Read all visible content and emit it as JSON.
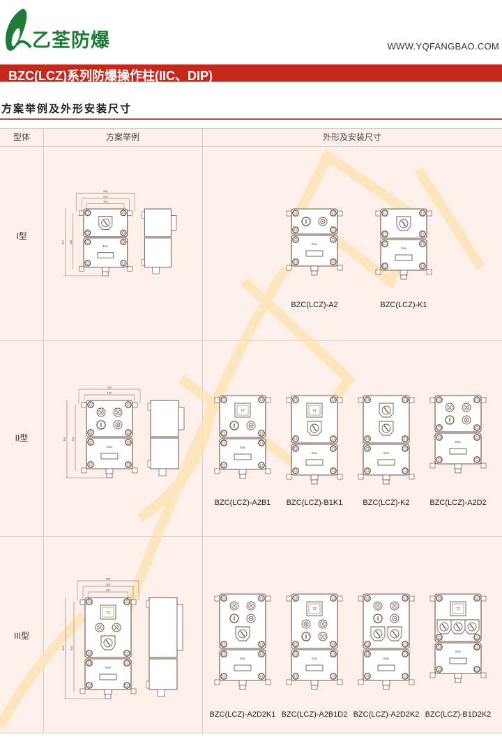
{
  "header": {
    "brand_name": "乙荃防爆",
    "website": "WWW.YQFANGBAO.COM",
    "banner_title": "BZC(LCZ)系列防爆操作柱(IIC、DIP)",
    "section_title": "方案举例及外形安装尺寸"
  },
  "colors": {
    "brand_green": "#1e7a35",
    "banner_red": "#c5281d",
    "table_bg": "#fdf0ea",
    "line": "#6e5448"
  },
  "table": {
    "headers": [
      "型体",
      "方案举例",
      "外形及安装尺寸"
    ],
    "common": {
      "module_label": "Exe",
      "ammeter_label": "72"
    },
    "rows": [
      {
        "type": "I型",
        "dimensions": {
          "w1": "256",
          "w2": "226",
          "w3": "190",
          "h_mount": "228",
          "h_total": "327"
        },
        "models": [
          {
            "name": "BZC(LCZ)-A2",
            "layout": [
              [
                "button_i",
                "button_o"
              ]
            ]
          },
          {
            "name": "BZC(LCZ)-K1",
            "layout": [
              [
                "switch"
              ]
            ]
          }
        ]
      },
      {
        "type": "II型",
        "dimensions": {
          "w1": "226",
          "w2": "190",
          "h_mount": "252",
          "h_total": "361"
        },
        "models": [
          {
            "name": "BZC(LCZ)-A2B1",
            "layout": [
              [
                "ammeter"
              ],
              [
                "button_i",
                "button_o"
              ]
            ]
          },
          {
            "name": "BZC(LCZ)-B1K1",
            "layout": [
              [
                "ammeter"
              ],
              [
                "switch"
              ]
            ]
          },
          {
            "name": "BZC(LCZ)-K2",
            "layout": [
              [
                "switch"
              ],
              [
                "switch"
              ]
            ]
          },
          {
            "name": "BZC(LCZ)-A2D2",
            "layout": [
              [
                "indicator",
                "indicator"
              ],
              [
                "button_i",
                "button_o"
              ]
            ]
          }
        ]
      },
      {
        "type": "III型",
        "dimensions": {
          "w1": "260",
          "w2": "226",
          "w3": "190",
          "h_mount": "352",
          "h_total": "446"
        },
        "models": [
          {
            "name": "BZC(LCZ)-A2D2K1",
            "layout": [
              [
                "indicator",
                "indicator"
              ],
              [
                "button_i",
                "button_o"
              ],
              [
                "switch"
              ]
            ]
          },
          {
            "name": "BZC(LCZ)-A2B1D2",
            "layout": [
              [
                "ammeter"
              ],
              [
                "button_o",
                "indicator"
              ],
              [
                "button_i",
                "indicator"
              ]
            ]
          },
          {
            "name": "BZC(LCZ)-A2D2K2",
            "layout": [
              [
                "indicator",
                "indicator"
              ],
              [
                "button_i",
                "button_o"
              ],
              [
                "switch",
                "switch"
              ]
            ]
          },
          {
            "name": "BZC(LCZ)-B1D2K2",
            "layout": [
              [
                "ammeter"
              ],
              [
                "switch",
                "switch",
                "switch"
              ]
            ]
          }
        ]
      }
    ]
  }
}
